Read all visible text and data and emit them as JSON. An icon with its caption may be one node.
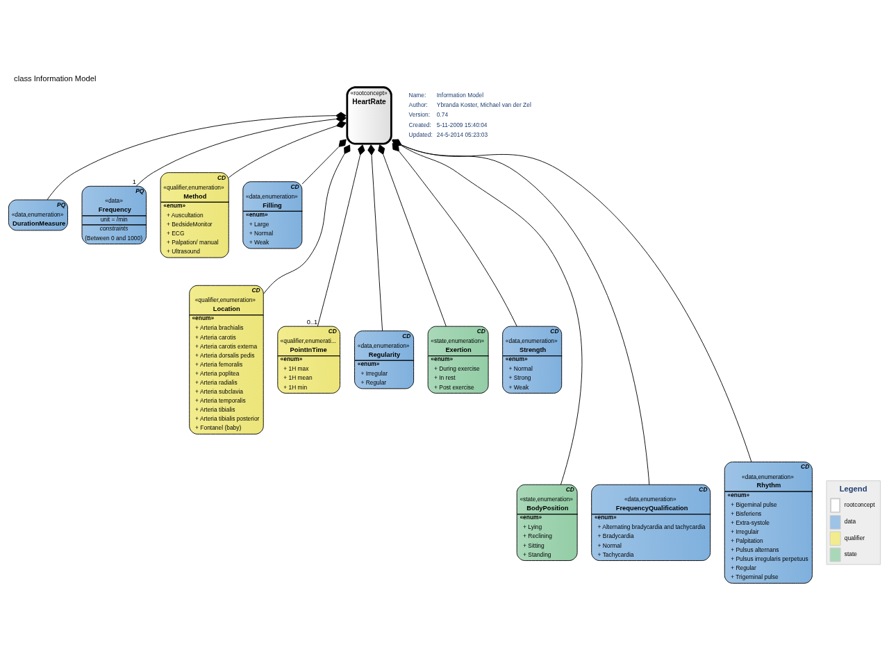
{
  "diagram": {
    "title": "class Information Model",
    "nodes": [
      {
        "text": [
          "«rootconcept»",
          "HeartRate"
        ]
      },
      {
        "text": [
          "PQ",
          "«data,enumeration»",
          "DurationMeasure"
        ]
      },
      {
        "text": [
          "PQ",
          "«data»",
          "Frequency",
          "unit = /min",
          "constraints",
          "(Between 0 and 1000)"
        ]
      },
      {
        "text": [
          "CD",
          "«qualifier,enumeration»",
          "Method",
          "«enum»",
          "+ Auscultation",
          "+ BedsideMonitor",
          "+ ECG",
          "+ Palpation/ manual",
          "+ Ultrasound"
        ]
      },
      {
        "text": [
          "CD",
          "«data,enumeration»",
          "Filling",
          "«enum»",
          "+ Large",
          "+ Normal",
          "+ Weak"
        ]
      },
      {
        "text": [
          "CD",
          "«qualifier,enumeration»",
          "Location",
          "«enum»",
          "+ Arteria brachialis",
          "+ Arteria carotis",
          "+ Arteria carotis externa",
          "+ Arteria dorsalis pedis",
          "+ Arteria femoralis",
          "+ Arteria poplitea",
          "+ Arteria radialis",
          "+ Arteria subclavia",
          "+ Arteria temporalis",
          "+ Arteria tibialis",
          "+ Arteria tibialis posterior",
          "+ Fontanel (baby)"
        ]
      },
      {
        "text": [
          "CD",
          "«qualifier,enumerati...",
          "PointInTime",
          "«enum»",
          "+ 1H max",
          "+ 1H mean",
          "+ 1H min"
        ]
      },
      {
        "text": [
          "CD",
          "«data,enumeration»",
          "Regularity",
          "«enum»",
          "+ Irregular",
          "+ Regular"
        ]
      },
      {
        "text": [
          "CD",
          "«state,enumeration»",
          "Exertion",
          "«enum»",
          "+ During exercise",
          "+ In rest",
          "+ Post exercise"
        ]
      },
      {
        "text": [
          "CD",
          "«data,enumeration»",
          "Strength",
          "«enum»",
          "+ Normal",
          "+ Strong",
          "+ Weak"
        ]
      },
      {
        "text": [
          "CD",
          "«state,enumeration»",
          "BodyPosition",
          "«enum»",
          "+ Lying",
          "+ Reclining",
          "+ Sitting",
          "+ Standing"
        ]
      },
      {
        "text": [
          "CD",
          "«data,enumeration»",
          "FrequencyQualification",
          "«enum»",
          "+ Alternating bradycardia and tachycardia",
          "+ Bradycardia",
          "+ Normal",
          "+ Tachycardia"
        ]
      },
      {
        "text": [
          "CD",
          "«data,enumeration»",
          "Rhythm",
          "«enum»",
          "+ Bigeminal pulse",
          "+ Bisferiens",
          "+ Extra-systole",
          "+ Irregulair",
          "+ Palpitation",
          "+ Pulsus alternans",
          "+ Pulsus irregularis perpetuus",
          "+ Regular",
          "+ Trigeminal pulse"
        ]
      }
    ],
    "edges": [
      {
        "from": 1,
        "to": 0,
        "arrow": "other"
      },
      {
        "from": 2,
        "to": 0,
        "arrow": "other",
        "label": "1"
      },
      {
        "from": 3,
        "to": 0,
        "arrow": "other"
      },
      {
        "from": 4,
        "to": 0,
        "arrow": "other"
      },
      {
        "from": 5,
        "to": 0,
        "arrow": "other"
      },
      {
        "from": 6,
        "to": 0,
        "arrow": "other",
        "label": "0..1"
      },
      {
        "from": 7,
        "to": 0,
        "arrow": "other"
      },
      {
        "from": 8,
        "to": 0,
        "arrow": "other"
      },
      {
        "from": 9,
        "to": 0,
        "arrow": "other"
      },
      {
        "from": 10,
        "to": 0,
        "arrow": "other"
      },
      {
        "from": 11,
        "to": 0,
        "arrow": "other"
      },
      {
        "from": 12,
        "to": 0,
        "arrow": "other"
      }
    ],
    "labels": [
      "Name:",
      "Information Model",
      "Author:",
      "Ybranda Koster, Michael van der Zel",
      "Version:",
      "0.74",
      "Created:",
      "5-11-2009 15:40:04",
      "Updated:",
      "24-5-2014 05:23:03",
      "Legend"
    ],
    "legend": [
      {
        "text": "rootconcept",
        "color": "#ffffff"
      },
      {
        "text": "data",
        "color": "#9dc3e6"
      },
      {
        "text": "qualifier",
        "color": "#f2ec8e"
      },
      {
        "text": "state",
        "color": "#a9d8b8"
      }
    ]
  }
}
